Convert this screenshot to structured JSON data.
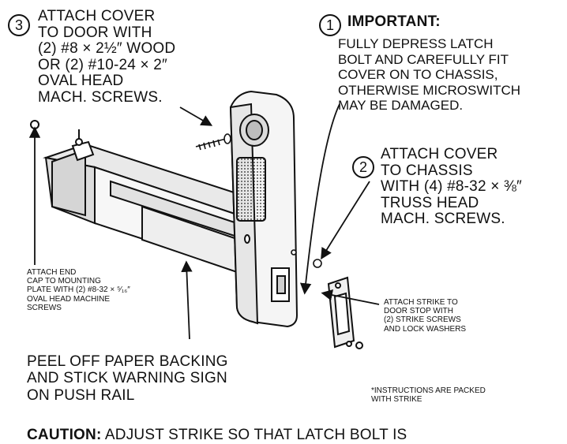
{
  "step3": {
    "number": "3",
    "lines": [
      "ATTACH COVER",
      "TO DOOR WITH",
      "(2) #8 × 2½″ WOOD",
      "OR (2) #10-24 × 2″",
      "OVAL HEAD",
      "MACH. SCREWS."
    ]
  },
  "step1": {
    "number": "1",
    "heading": "IMPORTANT:",
    "lines": [
      "FULLY DEPRESS LATCH",
      "BOLT AND CAREFULLY FIT",
      "COVER ON TO CHASSIS,",
      "OTHERWISE MICROSWITCH",
      "MAY BE DAMAGED."
    ]
  },
  "step2": {
    "number": "2",
    "lines": [
      "ATTACH COVER",
      "TO CHASSIS",
      "WITH (4) #8-32 × ⅜″",
      "TRUSS HEAD",
      "MACH. SCREWS."
    ]
  },
  "end_cap_note": {
    "lines": [
      "ATTACH END",
      "CAP TO MOUNTING",
      "PLATE WITH (2) #8-32 × ⁵⁄₁₆″",
      "OVAL HEAD MACHINE",
      "SCREWS"
    ]
  },
  "strike_note": {
    "lines": [
      "ATTACH STRIKE TO",
      "DOOR STOP WITH",
      "(2) STRIKE SCREWS",
      "AND LOCK WASHERS"
    ]
  },
  "peel_note": {
    "lines": [
      "PEEL OFF PAPER BACKING",
      "AND STICK WARNING SIGN",
      "ON PUSH RAIL"
    ]
  },
  "packed_note": {
    "lines": [
      "*INSTRUCTIONS ARE PACKED",
      "WITH STRIKE"
    ]
  },
  "caution": {
    "label": "CAUTION:",
    "text": "ADJUST STRIKE SO THAT LATCH BOLT IS"
  }
}
